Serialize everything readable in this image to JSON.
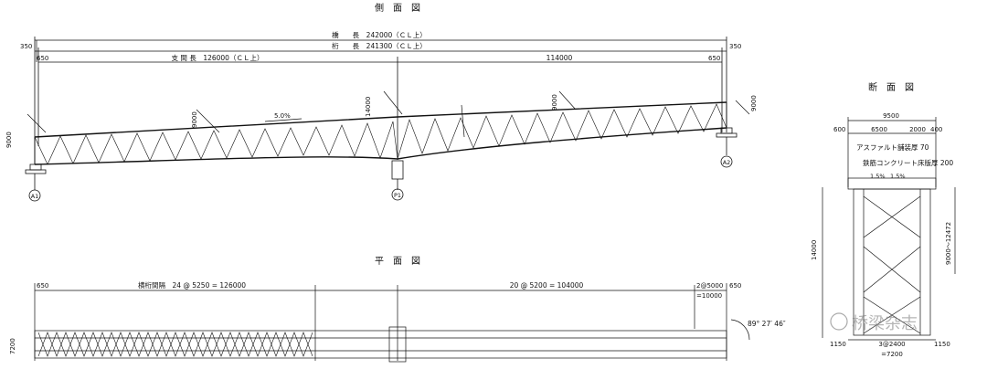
{
  "views": {
    "side_title": "側　面　図",
    "plan_title": "平　面　図",
    "section_title": "断　面　図"
  },
  "side_view": {
    "bridge_length": "橋　　長　242000（ＣＬ上）",
    "girder_length": "桁　　長　241300（ＣＬ上）",
    "end_left": "350",
    "end_right": "350",
    "offset_left": "650",
    "offset_right": "650",
    "span1": "支 間 長　126000（ＣＬ上）",
    "span2": "114000",
    "grade": "5.0%",
    "h_left": "9000",
    "h_mid1": "9000",
    "h_p1": "14000",
    "h_mid2": "9000",
    "h_right": "9000",
    "support_a1": "A1",
    "support_p1": "P1",
    "support_a2": "A2"
  },
  "plan_view": {
    "offset_left": "650",
    "span1": "横桁間隔　24 @ 5250 = 126000",
    "span2": "20 @ 5200 = 104000",
    "end_line1": "2@5000",
    "end_line2": "=10000",
    "offset_right": "650",
    "width": "7200",
    "skew": "89° 27′ 46″"
  },
  "section_view": {
    "total_width": "9500",
    "w600": "600",
    "w6500": "6500",
    "w2000": "2000",
    "w400": "400",
    "asphalt": "アスファルト舗装厚 70",
    "rc_slab": "鉄筋コンクリート床版厚 200",
    "cross_slope_left": "1.5%",
    "cross_slope_right": "1.5%",
    "depth": "14000",
    "depth_range": "9000～12472",
    "b1150_left": "1150",
    "b_center1": "3@2400",
    "b_center2": "=7200",
    "b1150_right": "1150"
  },
  "watermark": "桥梁杂志"
}
